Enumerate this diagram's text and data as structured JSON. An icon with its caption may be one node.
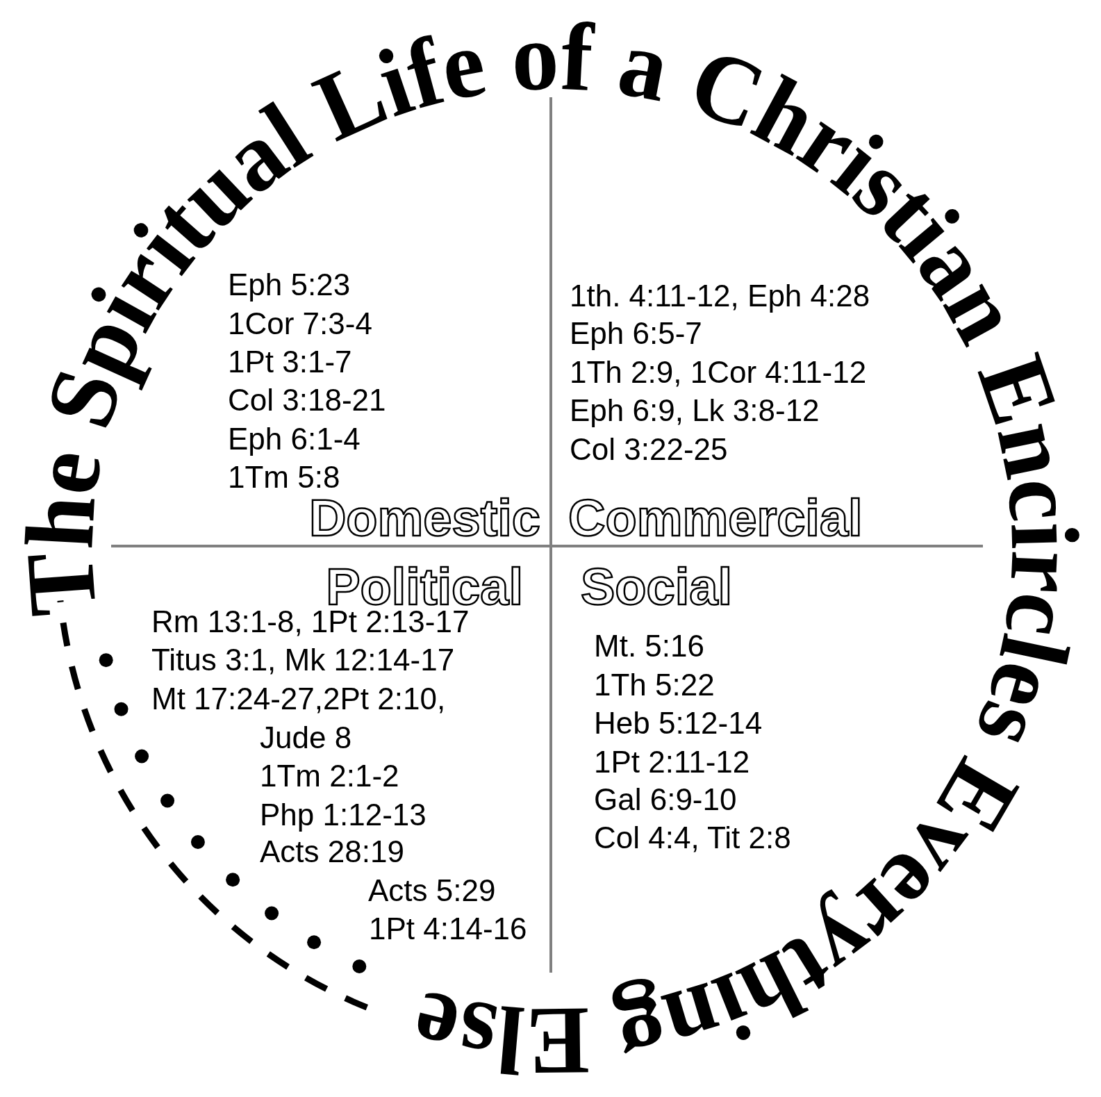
{
  "diagram": {
    "title": "The Spiritual Life of a Christian Encircles Everything Else",
    "labels": [
      "Eph 5:23",
      "1Cor 7:3-4",
      "1Pt 3:1-7",
      "Col 3:18-21",
      "Eph 6:1-4",
      "1Tm 5:8",
      "1th. 4:11-12, Eph 4:28",
      "Eph 6:5-7",
      "1Th 2:9, 1Cor 4:11-12",
      "Eph 6:9, Lk 3:8-12",
      "Col 3:22-25",
      "Domestic",
      "Commercial",
      "Political",
      "Social",
      "Rm 13:1-8, 1Pt 2:13-17",
      "Titus 3:1, Mk 12:14-17",
      "Mt 17:24-27,2Pt 2:10,",
      "Jude 8",
      "1Tm 2:1-2",
      "Php 1:12-13",
      "Acts 28:19",
      "Acts 5:29",
      "1Pt 4:14-16",
      "Mt. 5:16",
      "1Th 5:22",
      "Heb 5:12-14",
      "1Pt 2:11-12",
      "Gal 6:9-10",
      "Col 4:4, Tit 2:8"
    ]
  }
}
